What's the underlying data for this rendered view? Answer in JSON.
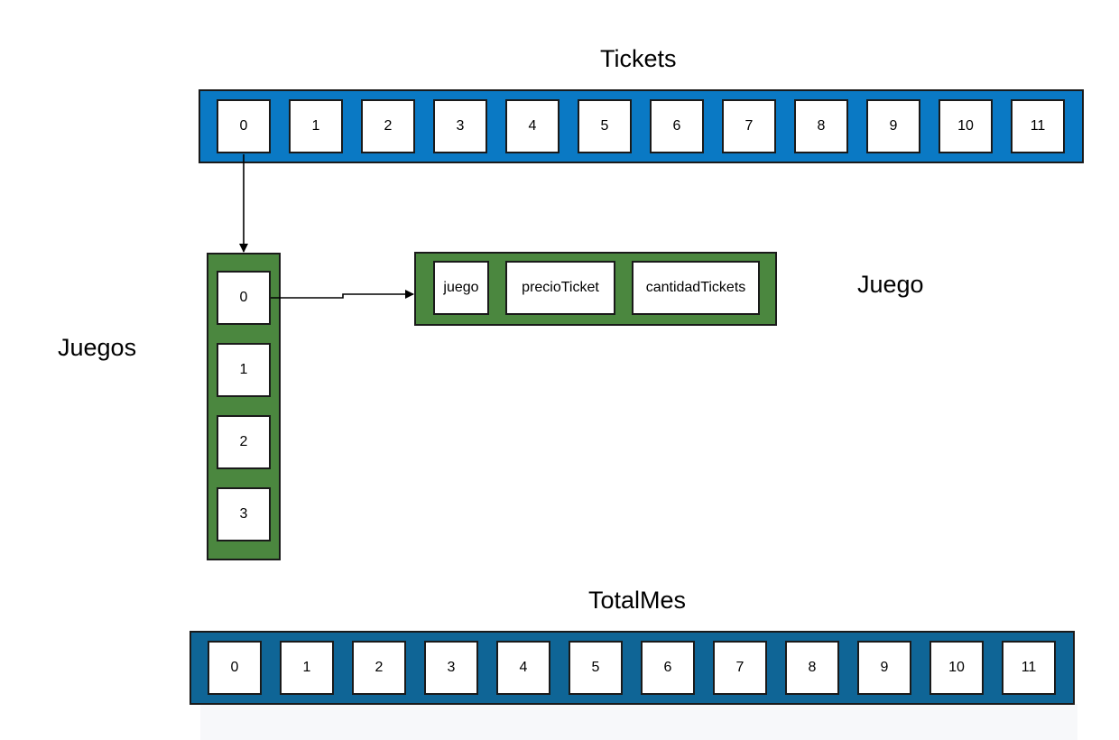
{
  "colors": {
    "tickets_fill": "#0a79c4",
    "totalmes_fill": "#0f6596",
    "juegos_fill": "#4b873f",
    "juego_fill": "#4b873f",
    "stroke": "#1a1a1a"
  },
  "tickets": {
    "title": "Tickets",
    "cells": [
      "0",
      "1",
      "2",
      "3",
      "4",
      "5",
      "6",
      "7",
      "8",
      "9",
      "10",
      "11"
    ]
  },
  "juegos": {
    "title": "Juegos",
    "cells": [
      "0",
      "1",
      "2",
      "3"
    ]
  },
  "juego": {
    "title": "Juego",
    "fields": [
      "juego",
      "precioTicket",
      "cantidadTickets"
    ]
  },
  "totalmes": {
    "title": "TotalMes",
    "cells": [
      "0",
      "1",
      "2",
      "3",
      "4",
      "5",
      "6",
      "7",
      "8",
      "9",
      "10",
      "11"
    ]
  }
}
